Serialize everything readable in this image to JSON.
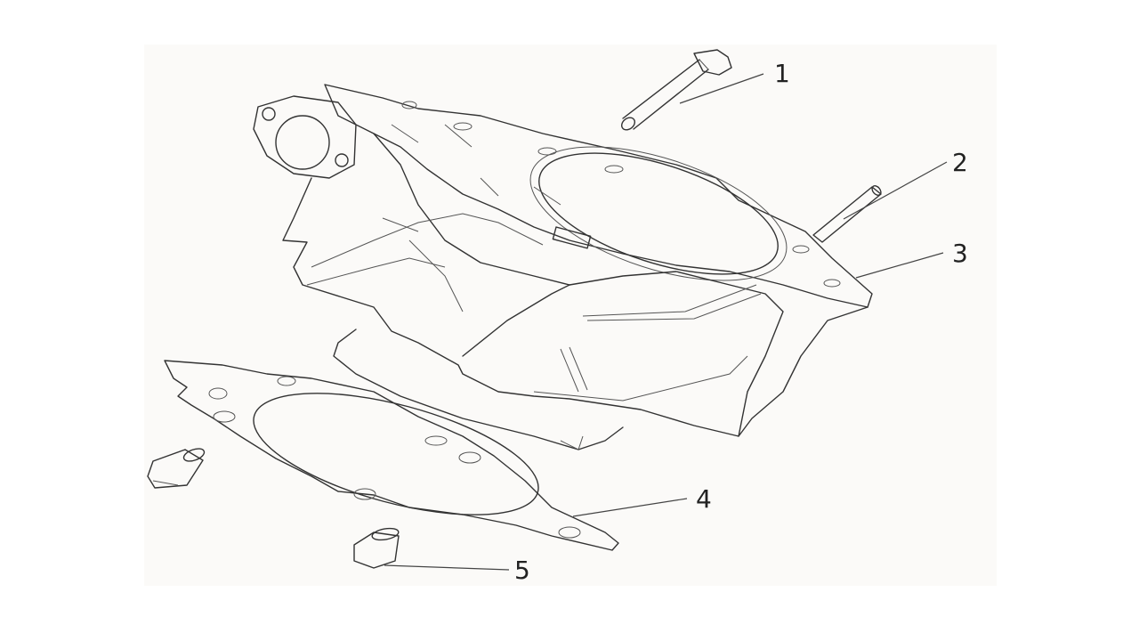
{
  "background": "#ffffff",
  "panel_color": "#fbfaf8",
  "line_color": "#333333",
  "callouts": [
    {
      "number": "1",
      "part": "bolt"
    },
    {
      "number": "2",
      "part": "pin"
    },
    {
      "number": "3",
      "part": "cylinder"
    },
    {
      "number": "4",
      "part": "gasket"
    },
    {
      "number": "5",
      "part": "dowel"
    }
  ]
}
